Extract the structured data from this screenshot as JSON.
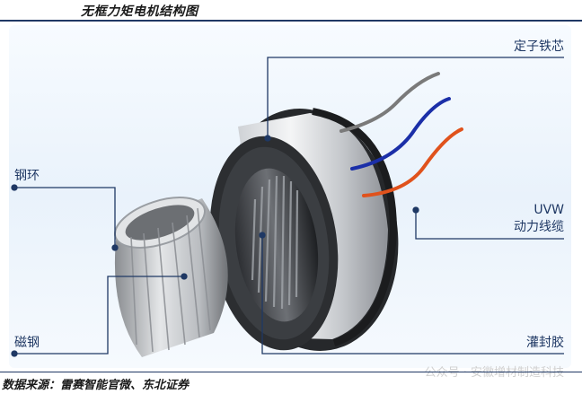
{
  "title": "无框力矩电机结构图",
  "source": "数据来源：雷赛智能官微、东北证券",
  "labels": {
    "stator_core": "定子铁芯",
    "cable_line1": "UVW",
    "cable_line2": "动力线缆",
    "potting": "灌封胶",
    "steel_ring": "钢环",
    "magnet_steel": "磁钢"
  },
  "watermark": "公众号 · 安徽增材制造科技",
  "colors": {
    "accent": "#1f3864",
    "wire_gray": "#7a7a7a",
    "wire_blue": "#1b2fa8",
    "wire_orange": "#e0521c"
  }
}
